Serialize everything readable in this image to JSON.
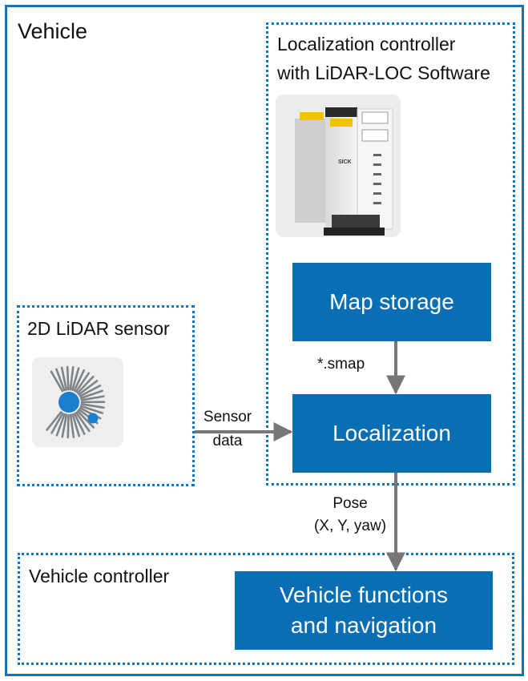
{
  "vehicle": {
    "title": "Vehicle"
  },
  "localization_controller": {
    "title_line1": "Localization controller",
    "title_line2": "with LiDAR-LOC Software",
    "device_brand": "SICK"
  },
  "map_storage": {
    "label": "Map storage"
  },
  "localization": {
    "label": "Localization"
  },
  "lidar_sensor": {
    "title": "2D LiDAR sensor"
  },
  "vehicle_controller": {
    "title": "Vehicle controller",
    "functions_line1": "Vehicle functions",
    "functions_line2": "and navigation"
  },
  "arrows": {
    "smap_label": "*.smap",
    "sensor_line1": "Sensor",
    "sensor_line2": "data",
    "pose_line1": "Pose",
    "pose_line2": "(X, Y, yaw)"
  },
  "colors": {
    "accent": "#0a76c0",
    "box_fill": "#0a6eb4"
  },
  "icons": {
    "device": "controller-device-icon",
    "lidar": "lidar-sensor-icon"
  }
}
